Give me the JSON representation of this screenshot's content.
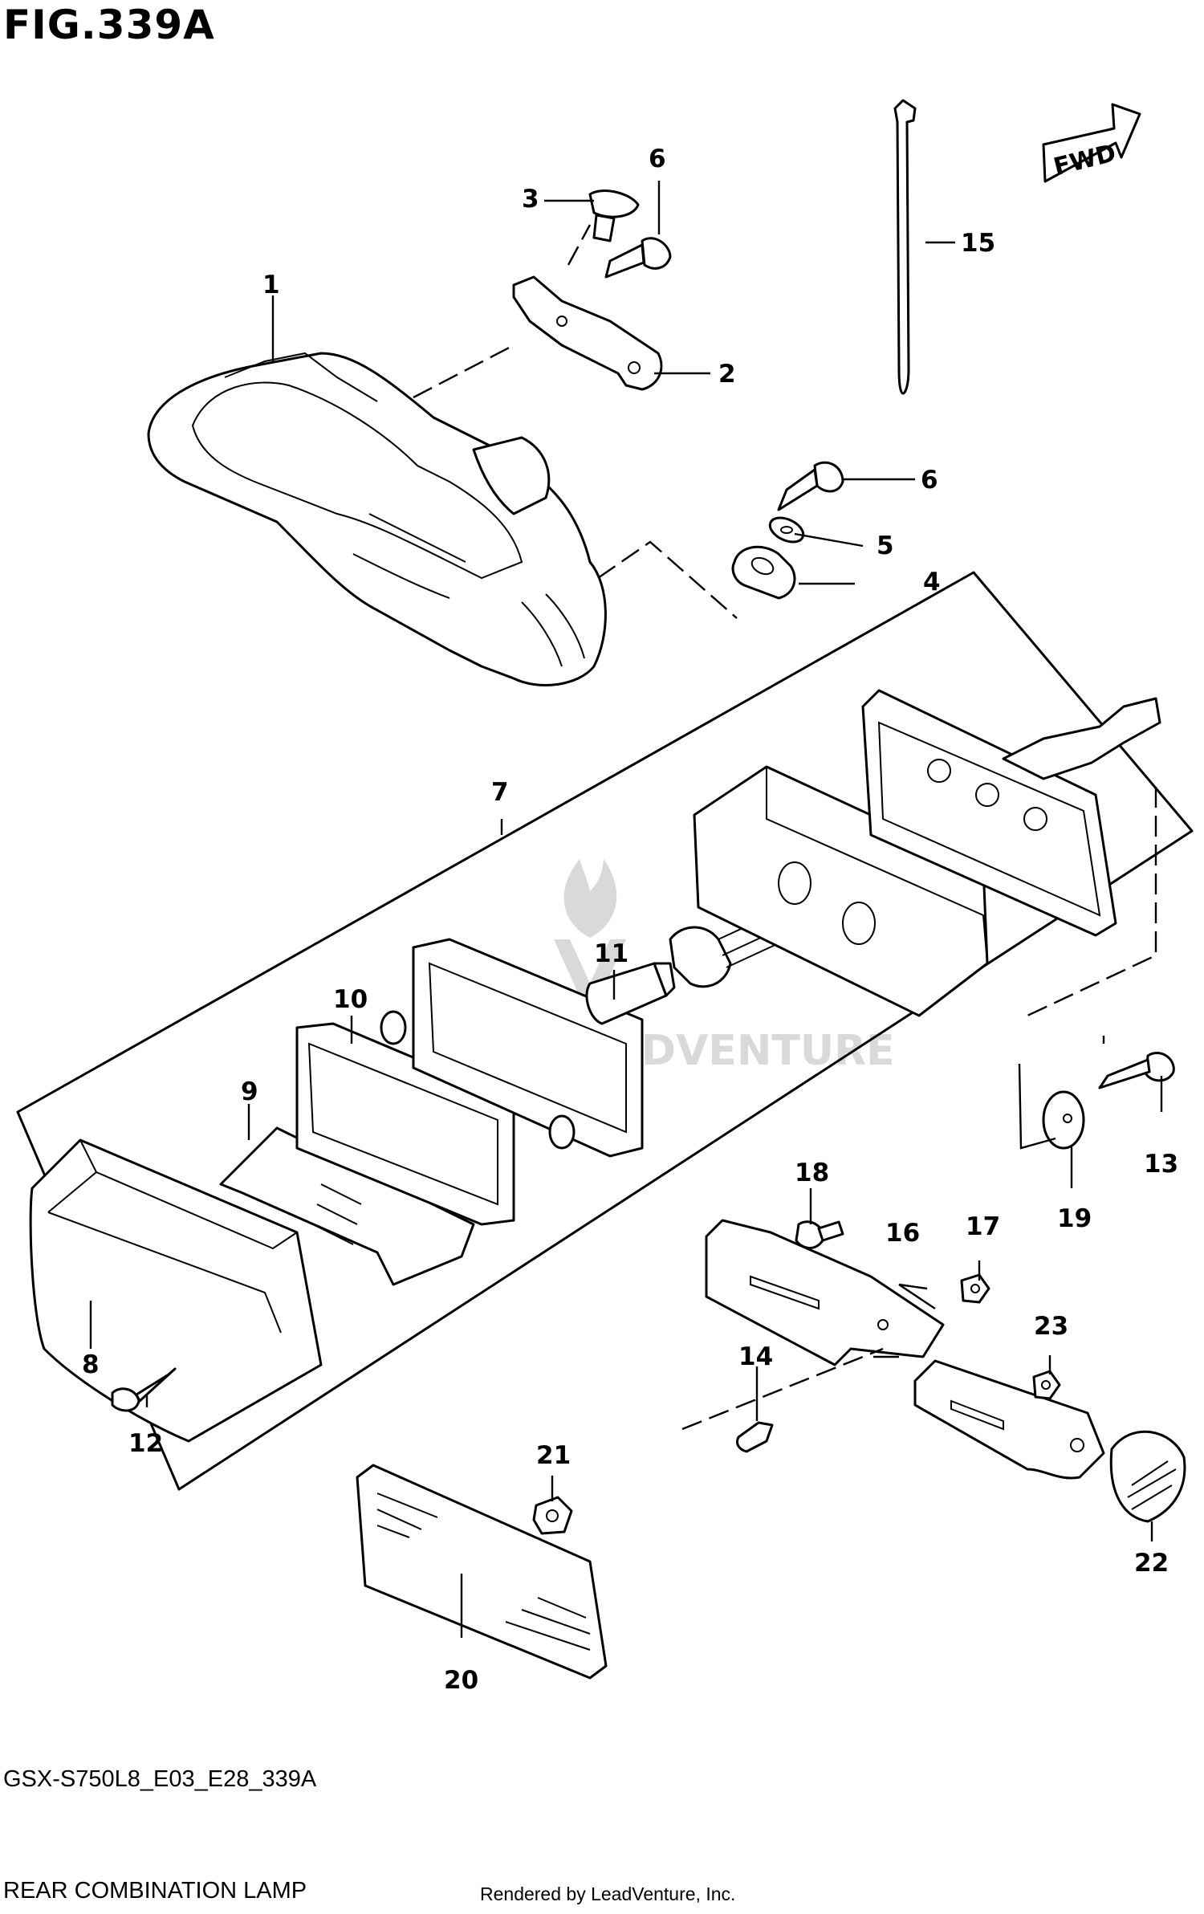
{
  "figure": {
    "title": "FIG.339A",
    "model_code": "GSX-S750L8_E03_E28_339A",
    "caption": "REAR COMBINATION LAMP",
    "rendered_by": "Rendered by LeadVenture, Inc.",
    "watermark": "LEADVENTURE"
  },
  "direction_badge": {
    "label": "FWD"
  },
  "callouts": {
    "c1": "1",
    "c2": "2",
    "c3": "3",
    "c4": "4",
    "c5": "5",
    "c6a": "6",
    "c6b": "6",
    "c7": "7",
    "c8": "8",
    "c9": "9",
    "c10": "10",
    "c11": "11",
    "c12": "12",
    "c13": "13",
    "c14": "14",
    "c15": "15",
    "c16": "16",
    "c17": "17",
    "c18": "18",
    "c19": "19",
    "c20": "20",
    "c21": "21",
    "c22": "22",
    "c23": "23"
  }
}
